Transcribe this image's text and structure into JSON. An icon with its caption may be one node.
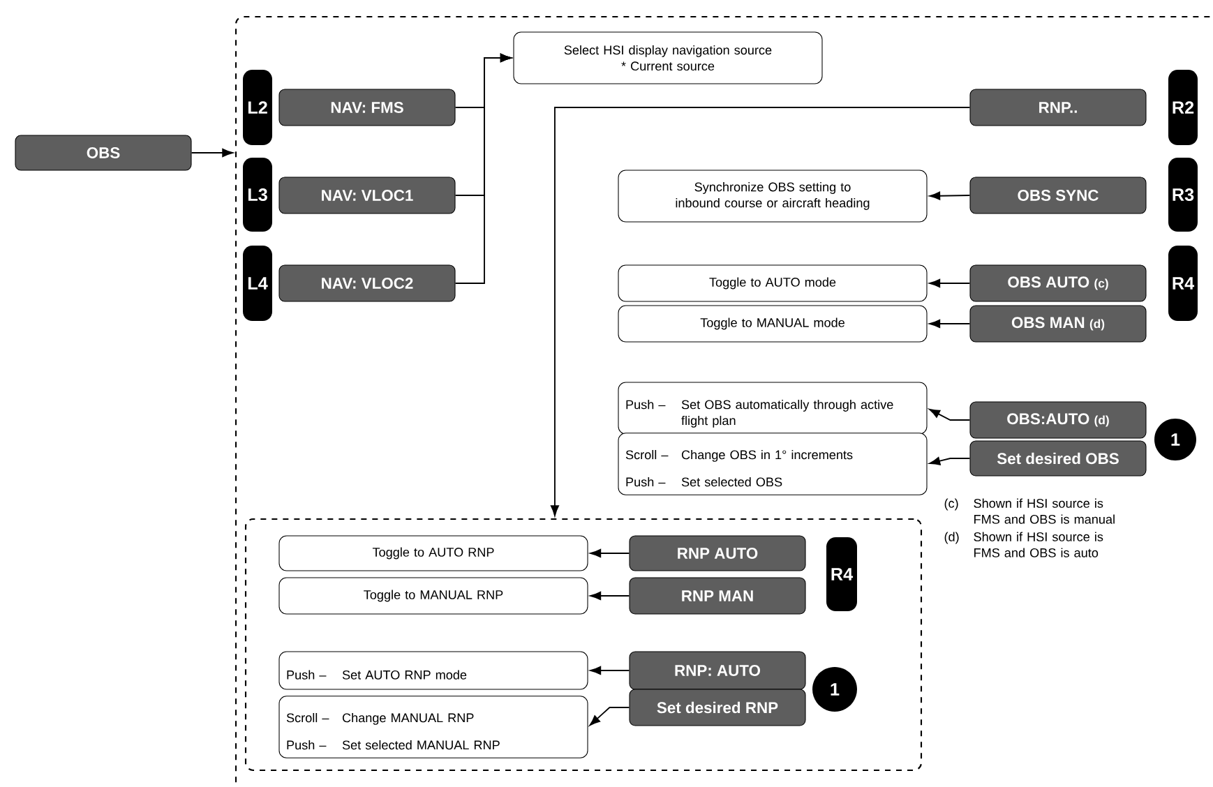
{
  "diagram": {
    "nodes": [
      {
        "text": [
          "OBS"
        ]
      },
      {
        "text": [],
        "shape": "box"
      },
      {
        "text": [
          "L2"
        ],
        "in": 1
      },
      {
        "text": [
          "NAV: FMS"
        ],
        "in": 1
      },
      {
        "text": [
          "L3"
        ],
        "in": 1
      },
      {
        "text": [
          "NAV: VLOC1"
        ],
        "in": 1
      },
      {
        "text": [
          "L4"
        ],
        "in": 1
      },
      {
        "text": [
          "NAV: VLOC2"
        ],
        "in": 1
      },
      {
        "text": [
          "Select HSI display navigation source",
          "* Current source"
        ],
        "in": 1
      },
      {
        "text": [
          "RNP.."
        ],
        "in": 1
      },
      {
        "text": [
          "R2"
        ],
        "in": 1
      },
      {
        "text": [
          "Synchronize OBS setting to inbound course or aircraft heading"
        ],
        "in": 1
      },
      {
        "text": [
          "OBS SYNC"
        ],
        "in": 1
      },
      {
        "text": [
          "R3"
        ],
        "in": 1
      },
      {
        "text": [
          "Toggle to AUTO mode"
        ],
        "in": 1
      },
      {
        "text": [
          "OBS AUTO",
          "(c)"
        ],
        "in": 1
      },
      {
        "text": [
          "R4"
        ],
        "in": 1
      },
      {
        "text": [
          "Toggle to MANUAL mode"
        ],
        "in": 1
      },
      {
        "text": [
          "OBS MAN",
          "(d)"
        ],
        "in": 1
      },
      {
        "text": [
          "Push –",
          "Set OBS automatically through active flight plan"
        ],
        "in": 1
      },
      {
        "text": [
          "OBS:AUTO",
          "(d)"
        ],
        "in": 1
      },
      {
        "text": [
          "1"
        ],
        "in": 1
      },
      {
        "text": [
          "Scroll –",
          "Change OBS in 1° increments",
          "Push –",
          "Set selected OBS"
        ],
        "in": 1
      },
      {
        "text": [
          "Set desired OBS"
        ],
        "in": 1
      },
      {
        "text": [],
        "shape": "box",
        "in": 1
      },
      {
        "text": [
          "Toggle to AUTO RNP"
        ],
        "in": 24
      },
      {
        "text": [
          "RNP AUTO"
        ],
        "in": 24
      },
      {
        "text": [
          "R4"
        ],
        "in": 24
      },
      {
        "text": [
          "Toggle to MANUAL RNP"
        ],
        "in": 24
      },
      {
        "text": [
          "RNP MAN"
        ],
        "in": 24
      },
      {
        "text": [
          "Push –",
          "Set AUTO RNP mode"
        ],
        "in": 24
      },
      {
        "text": [
          "RNP: AUTO"
        ],
        "in": 24
      },
      {
        "text": [
          "1"
        ],
        "in": 24
      },
      {
        "text": [
          "Scroll –",
          "Change MANUAL RNP",
          "Push –",
          "Set selected MANUAL RNP"
        ],
        "in": 24
      },
      {
        "text": [
          "Set desired RNP"
        ],
        "in": 24
      }
    ],
    "edges": [
      {
        "from": 0,
        "to": 1,
        "arrow": "to"
      },
      {
        "from": 3,
        "to": 8,
        "arrow": "to"
      },
      {
        "from": 5,
        "to": 8,
        "arrow": "to"
      },
      {
        "from": 7,
        "to": 8,
        "arrow": "to"
      },
      {
        "from": 9,
        "to": 24,
        "arrow": "to"
      },
      {
        "from": 12,
        "to": 11,
        "arrow": "to"
      },
      {
        "from": 15,
        "to": 14,
        "arrow": "to"
      },
      {
        "from": 18,
        "to": 17,
        "arrow": "to"
      },
      {
        "from": 20,
        "to": 19,
        "arrow": "to"
      },
      {
        "from": 23,
        "to": 22,
        "arrow": "to"
      },
      {
        "from": 26,
        "to": 25,
        "arrow": "to"
      },
      {
        "from": 29,
        "to": 28,
        "arrow": "to"
      },
      {
        "from": 31,
        "to": 30,
        "arrow": "to"
      },
      {
        "from": 34,
        "to": 33,
        "arrow": "to"
      }
    ],
    "labels": [
      "(c)",
      "Shown if HSI source is FMS and OBS is manual",
      "(d)",
      "Shown if HSI source is FMS and OBS is auto"
    ]
  }
}
